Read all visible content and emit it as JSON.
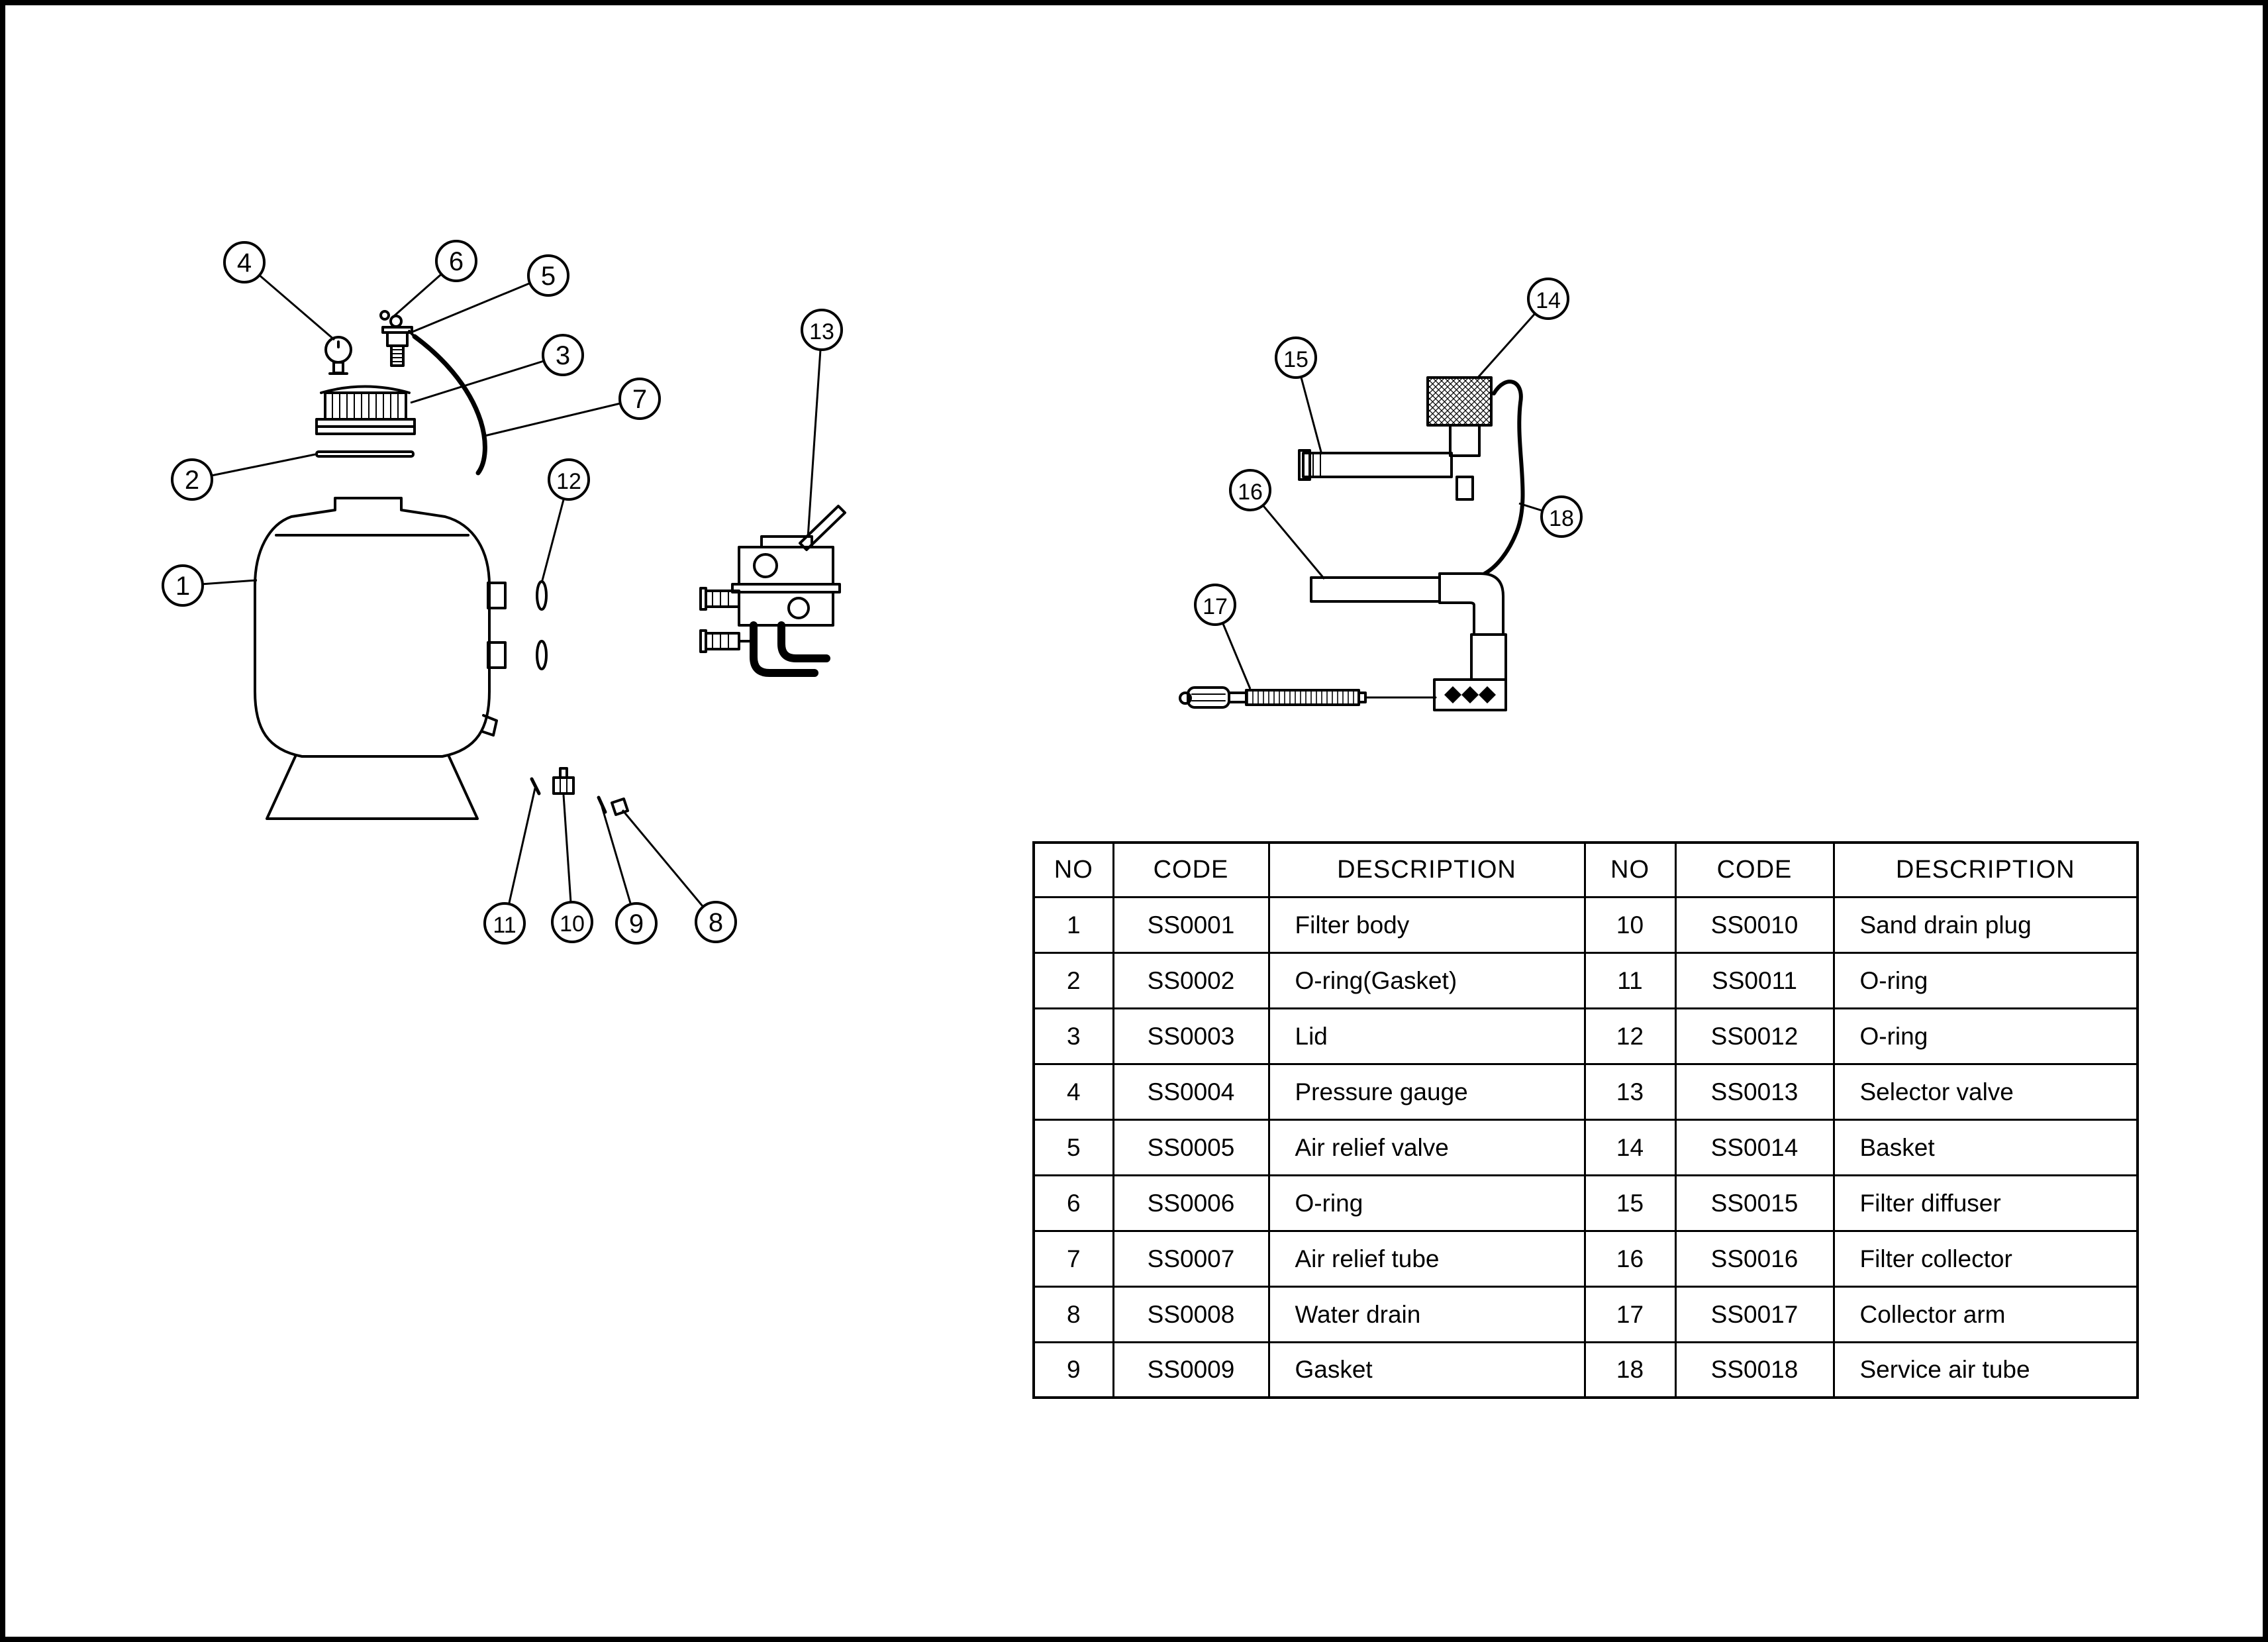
{
  "callouts": {
    "items": [
      "1",
      "2",
      "3",
      "4",
      "5",
      "6",
      "7",
      "8",
      "9",
      "10",
      "11",
      "12",
      "13",
      "14",
      "15",
      "16",
      "17",
      "18"
    ]
  },
  "parts_table": {
    "headers": [
      "NO",
      "CODE",
      "DESCRIPTION",
      "NO",
      "CODE",
      "DESCRIPTION"
    ],
    "rows": [
      [
        "1",
        "SS0001",
        "Filter body",
        "10",
        "SS0010",
        "Sand drain plug"
      ],
      [
        "2",
        "SS0002",
        "O-ring(Gasket)",
        "11",
        "SS0011",
        "O-ring"
      ],
      [
        "3",
        "SS0003",
        "Lid",
        "12",
        "SS0012",
        "O-ring"
      ],
      [
        "4",
        "SS0004",
        "Pressure gauge",
        "13",
        "SS0013",
        "Selector valve"
      ],
      [
        "5",
        "SS0005",
        "Air relief valve",
        "14",
        "SS0014",
        "Basket"
      ],
      [
        "6",
        "SS0006",
        "O-ring",
        "15",
        "SS0015",
        "Filter diffuser"
      ],
      [
        "7",
        "SS0007",
        "Air relief tube",
        "16",
        "SS0016",
        "Filter collector"
      ],
      [
        "8",
        "SS0008",
        "Water drain",
        "17",
        "SS0017",
        "Collector arm"
      ],
      [
        "9",
        "SS0009",
        "Gasket",
        "18",
        "SS0018",
        "Service air tube"
      ]
    ]
  },
  "colors": {
    "ink": "#000000",
    "paper": "#ffffff"
  }
}
